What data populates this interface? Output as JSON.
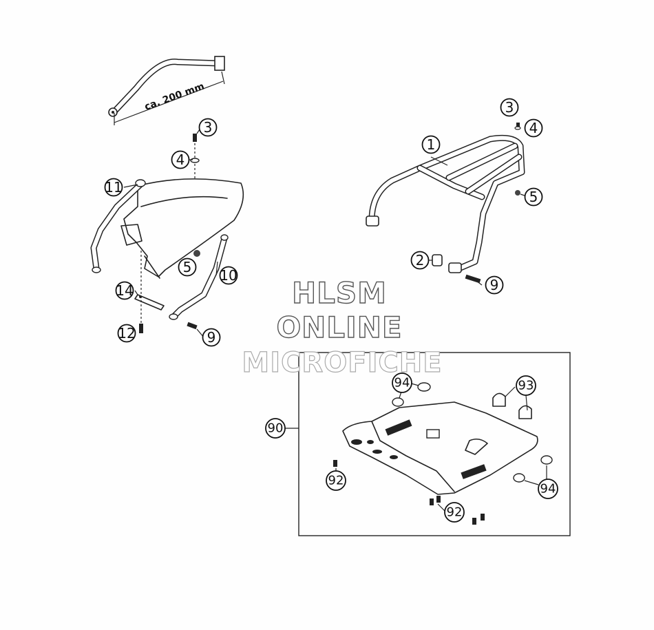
{
  "dimension_label": "ca. 200 mm",
  "watermark": {
    "line1": "HLSM",
    "line2": "ONLINE",
    "line3": "MICROFICHE"
  },
  "callouts": {
    "c1": "1",
    "c2": "2",
    "c3a": "3",
    "c3b": "3",
    "c4a": "4",
    "c4b": "4",
    "c5a": "5",
    "c5b": "5",
    "c9a": "9",
    "c9b": "9",
    "c10": "10",
    "c11": "11",
    "c12": "12",
    "c14": "14",
    "c90": "90",
    "c92a": "92",
    "c92b": "92",
    "c93": "93",
    "c94a": "94",
    "c94b": "94"
  }
}
